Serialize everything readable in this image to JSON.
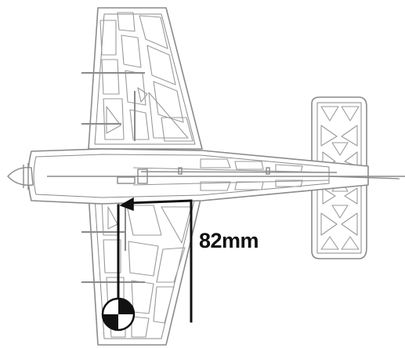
{
  "dimension": {
    "label": "82mm",
    "value": 82,
    "unit": "mm"
  },
  "colors": {
    "outline": "#8a8a8a",
    "lightening_holes": "#9a9a9a",
    "dimension_line": "#111111",
    "cg_marker_dark": "#111111",
    "cg_marker_light": "#ffffff",
    "background": "#ffffff"
  },
  "icons": {
    "cg_marker": "balance-point-icon"
  }
}
